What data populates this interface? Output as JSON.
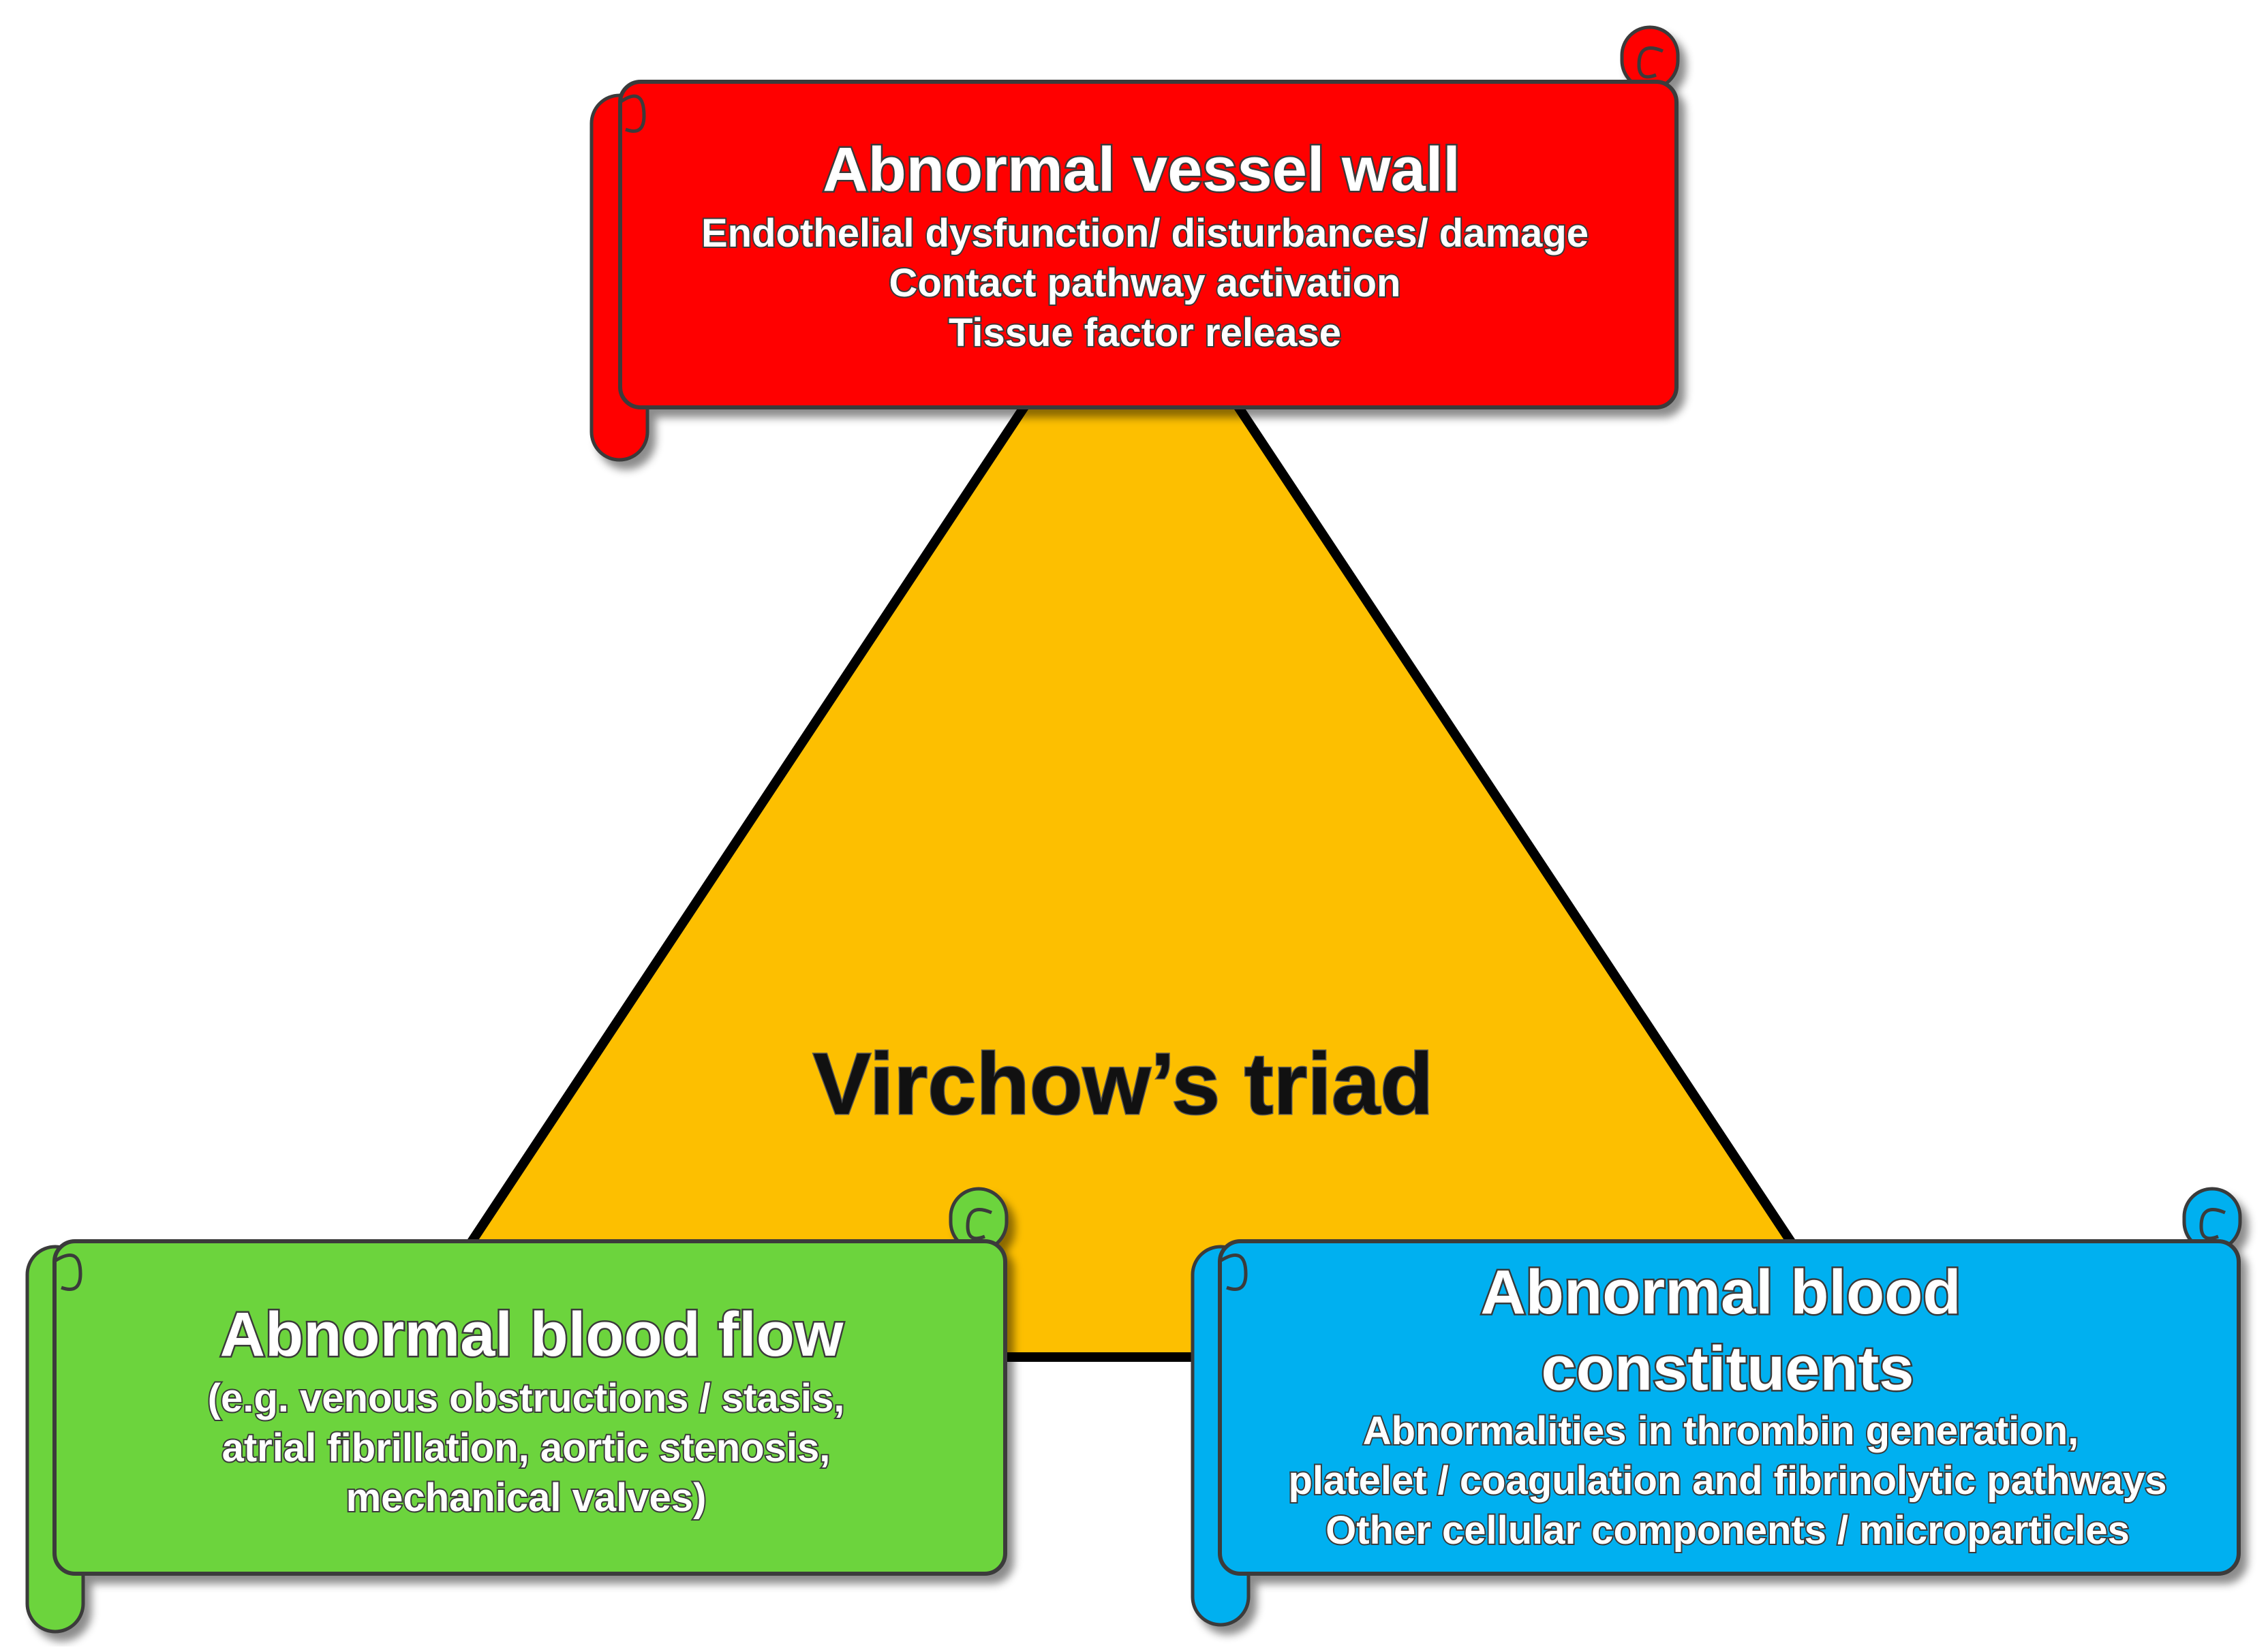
{
  "center_label": "Virchow’s triad",
  "colors": {
    "triangle": "#FDBF00",
    "vessel_wall": "#FF0000",
    "blood_flow": "#6CD43E",
    "blood_constituents": "#00B0F0"
  },
  "banners": {
    "vessel_wall": {
      "title": "Abnormal vessel wall",
      "lines": [
        "Endothelial dysfunction/ disturbances/ damage",
        "Contact pathway activation",
        "Tissue factor release"
      ]
    },
    "blood_flow": {
      "title": "Abnormal blood flow",
      "lines": [
        "(e.g. venous obstructions / stasis,",
        "atrial fibrillation, aortic stenosis,",
        "mechanical  valves)"
      ]
    },
    "blood_constituents": {
      "title_lines": [
        "Abnormal blood",
        "constituents"
      ],
      "lines": [
        "Abnormalities in thrombin generation,",
        "platelet / coagulation and fibrinolytic pathways",
        "Other cellular components / microparticles"
      ]
    }
  }
}
